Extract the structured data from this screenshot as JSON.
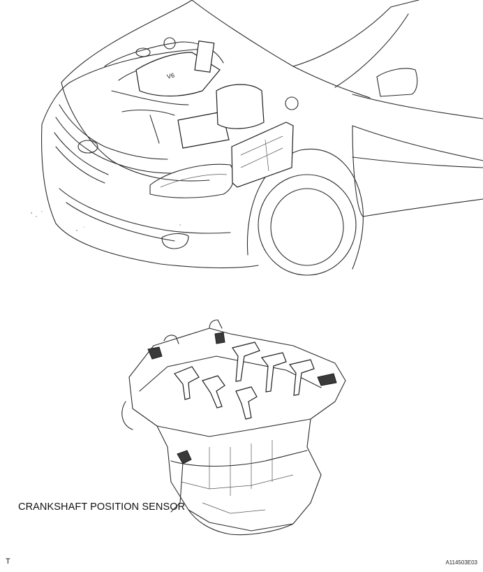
{
  "callout": {
    "crankshaft_sensor_label": "CRANKSHAFT POSITION SENSOR"
  },
  "footer": {
    "corner_mark": "T",
    "figure_code": "A114503E03"
  },
  "emblem": {
    "engine_cover_mark": "V6"
  }
}
